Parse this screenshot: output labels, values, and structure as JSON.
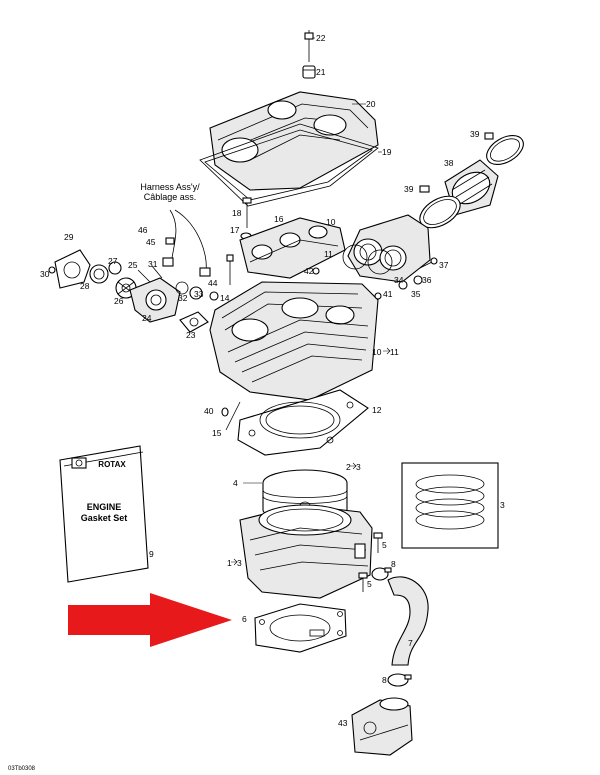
{
  "diagram": {
    "callouts": [
      {
        "id": "c22",
        "text": "22"
      },
      {
        "id": "c21",
        "text": "21"
      },
      {
        "id": "c20",
        "text": "20"
      },
      {
        "id": "c19",
        "text": "19"
      },
      {
        "id": "c39a",
        "text": "39"
      },
      {
        "id": "c38",
        "text": "38"
      },
      {
        "id": "c39b",
        "text": "39"
      },
      {
        "id": "c18",
        "text": "18"
      },
      {
        "id": "c17",
        "text": "17"
      },
      {
        "id": "c16",
        "text": "16"
      },
      {
        "id": "c10top",
        "text": "10"
      },
      {
        "id": "c46",
        "text": "46"
      },
      {
        "id": "c45",
        "text": "45"
      },
      {
        "id": "c29",
        "text": "29"
      },
      {
        "id": "c27",
        "text": "27"
      },
      {
        "id": "c25",
        "text": "25"
      },
      {
        "id": "c31",
        "text": "31"
      },
      {
        "id": "c30",
        "text": "30"
      },
      {
        "id": "c28",
        "text": "28"
      },
      {
        "id": "c26",
        "text": "26"
      },
      {
        "id": "c24",
        "text": "24"
      },
      {
        "id": "c32",
        "text": "32"
      },
      {
        "id": "c33",
        "text": "33"
      },
      {
        "id": "c44",
        "text": "44"
      },
      {
        "id": "c14",
        "text": "14"
      },
      {
        "id": "c23",
        "text": "23"
      },
      {
        "id": "c42",
        "text": "42"
      },
      {
        "id": "c11",
        "text": "11"
      },
      {
        "id": "c41",
        "text": "41"
      },
      {
        "id": "c34",
        "text": "34"
      },
      {
        "id": "c35",
        "text": "35"
      },
      {
        "id": "c36",
        "text": "36"
      },
      {
        "id": "c37",
        "text": "37"
      },
      {
        "id": "c10mid",
        "text": "10"
      },
      {
        "id": "c40",
        "text": "40"
      },
      {
        "id": "c12",
        "text": "12"
      },
      {
        "id": "c15",
        "text": "15"
      },
      {
        "id": "c2",
        "text": "2"
      },
      {
        "id": "c4",
        "text": "4"
      },
      {
        "id": "c3",
        "text": "3"
      },
      {
        "id": "c9",
        "text": "9"
      },
      {
        "id": "c1",
        "text": "1"
      },
      {
        "id": "c8a",
        "text": "8"
      },
      {
        "id": "c5a",
        "text": "5"
      },
      {
        "id": "c5b",
        "text": "5"
      },
      {
        "id": "c6",
        "text": "6"
      },
      {
        "id": "c7",
        "text": "7"
      },
      {
        "id": "c8b",
        "text": "8"
      },
      {
        "id": "c43",
        "text": "43"
      }
    ],
    "arrow_texts": {
      "one_to_three": "3",
      "two_to_three": "3",
      "ten_to_eleven": "11"
    },
    "harness_label_en": "Harness Ass'y/",
    "harness_label_fr": "Câblage ass.",
    "booklet": {
      "brand": "ROTAX",
      "line1": "ENGINE",
      "line2": "Gasket Set"
    },
    "figure_code": "03Tb0308",
    "colors": {
      "ink": "#000000",
      "pointer_arrow": "#e8191b",
      "panel_shade": "#e9e9e9"
    }
  }
}
